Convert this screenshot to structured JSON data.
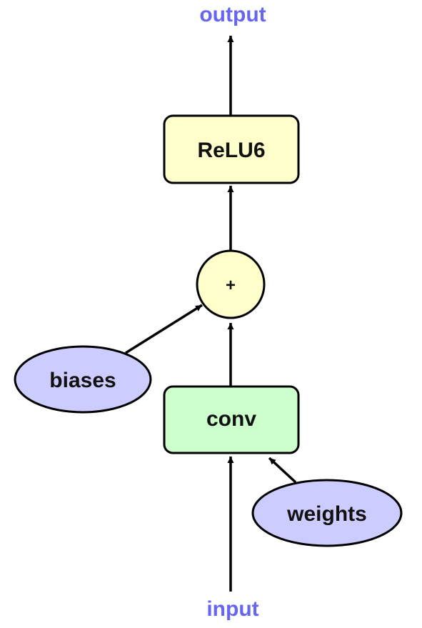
{
  "labels": {
    "output": "output",
    "input": "input",
    "relu": "ReLU6",
    "add": "+",
    "conv": "conv",
    "biases": "biases",
    "weights": "weights"
  },
  "colors": {
    "io_text": "#6666ee",
    "relu_fill": "#ffffcc",
    "add_fill": "#ffffcc",
    "conv_fill": "#ccffcc",
    "param_fill": "#ccccff",
    "stroke": "#000000"
  },
  "edges": [
    {
      "from": "input",
      "to": "conv"
    },
    {
      "from": "weights",
      "to": "conv"
    },
    {
      "from": "conv",
      "to": "add"
    },
    {
      "from": "biases",
      "to": "add"
    },
    {
      "from": "add",
      "to": "relu"
    },
    {
      "from": "relu",
      "to": "output"
    }
  ]
}
